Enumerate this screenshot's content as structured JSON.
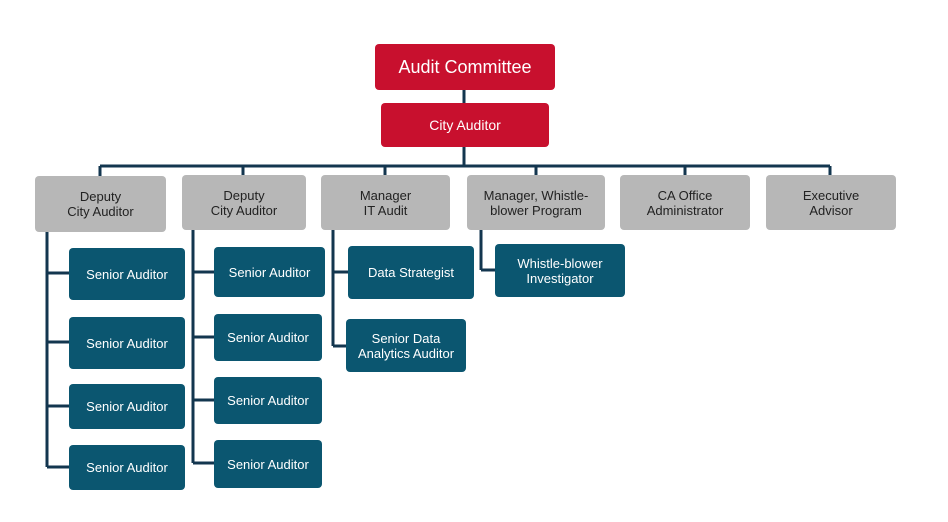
{
  "colors": {
    "executive": "#c8102e",
    "manager": "#b7b7b7",
    "staff": "#0b5670",
    "line": "#13364f"
  },
  "top": {
    "label": "Audit Committee"
  },
  "head": {
    "label": "City Auditor"
  },
  "managers": [
    {
      "label": "Deputy\nCity Auditor"
    },
    {
      "label": "Deputy\nCity Auditor"
    },
    {
      "label": "Manager\nIT Audit"
    },
    {
      "label": "Manager, Whistle-\nblower Program"
    },
    {
      "label": "CA Office\nAdministrator"
    },
    {
      "label": "Executive\nAdvisor"
    }
  ],
  "reports": {
    "deputy1": [
      "Senior Auditor",
      "Senior Auditor",
      "Senior Auditor",
      "Senior Auditor"
    ],
    "deputy2": [
      "Senior Auditor",
      "Senior Auditor",
      "Senior Auditor",
      "Senior Auditor"
    ],
    "it_audit": [
      "Data Strategist",
      "Senior Data\nAnalytics Auditor"
    ],
    "whistleblower": [
      "Whistle-blower\nInvestigator"
    ]
  }
}
